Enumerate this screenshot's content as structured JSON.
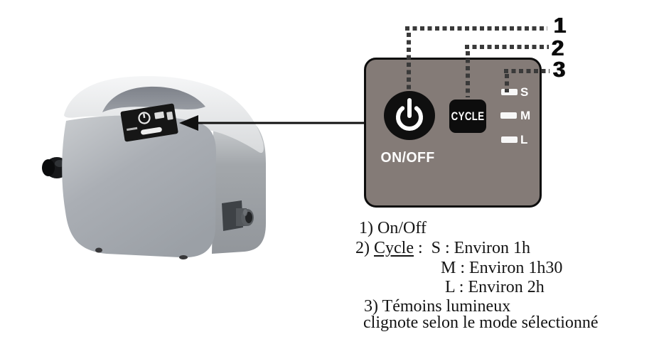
{
  "callouts": {
    "n1": "1",
    "n2": "2",
    "n3": "3"
  },
  "panel": {
    "power_label": "ON/OFF",
    "cycle_label": "CYCLE",
    "indicators": [
      {
        "label": "S"
      },
      {
        "label": "M"
      },
      {
        "label": "L"
      }
    ]
  },
  "legend": {
    "line1": "1) On/Off",
    "line2_prefix": "2) ",
    "line2_underlined": "Cycle",
    "line2_suffix": " :  S : Environ 1h",
    "line3": "M : Environ 1h30",
    "line4": "L : Environ 2h",
    "line5": "3) Témoins lumineux",
    "line6": "clignote selon le mode sélectionné"
  },
  "colors": {
    "panel_bg": "#847b77",
    "panel_border": "#0d0d0d",
    "button_bg": "#0f0f0f",
    "led": "#f7f7f7",
    "dotted_line": "#3a3a3a",
    "device_body": "#a6aab0",
    "device_top": "#eceeef"
  }
}
